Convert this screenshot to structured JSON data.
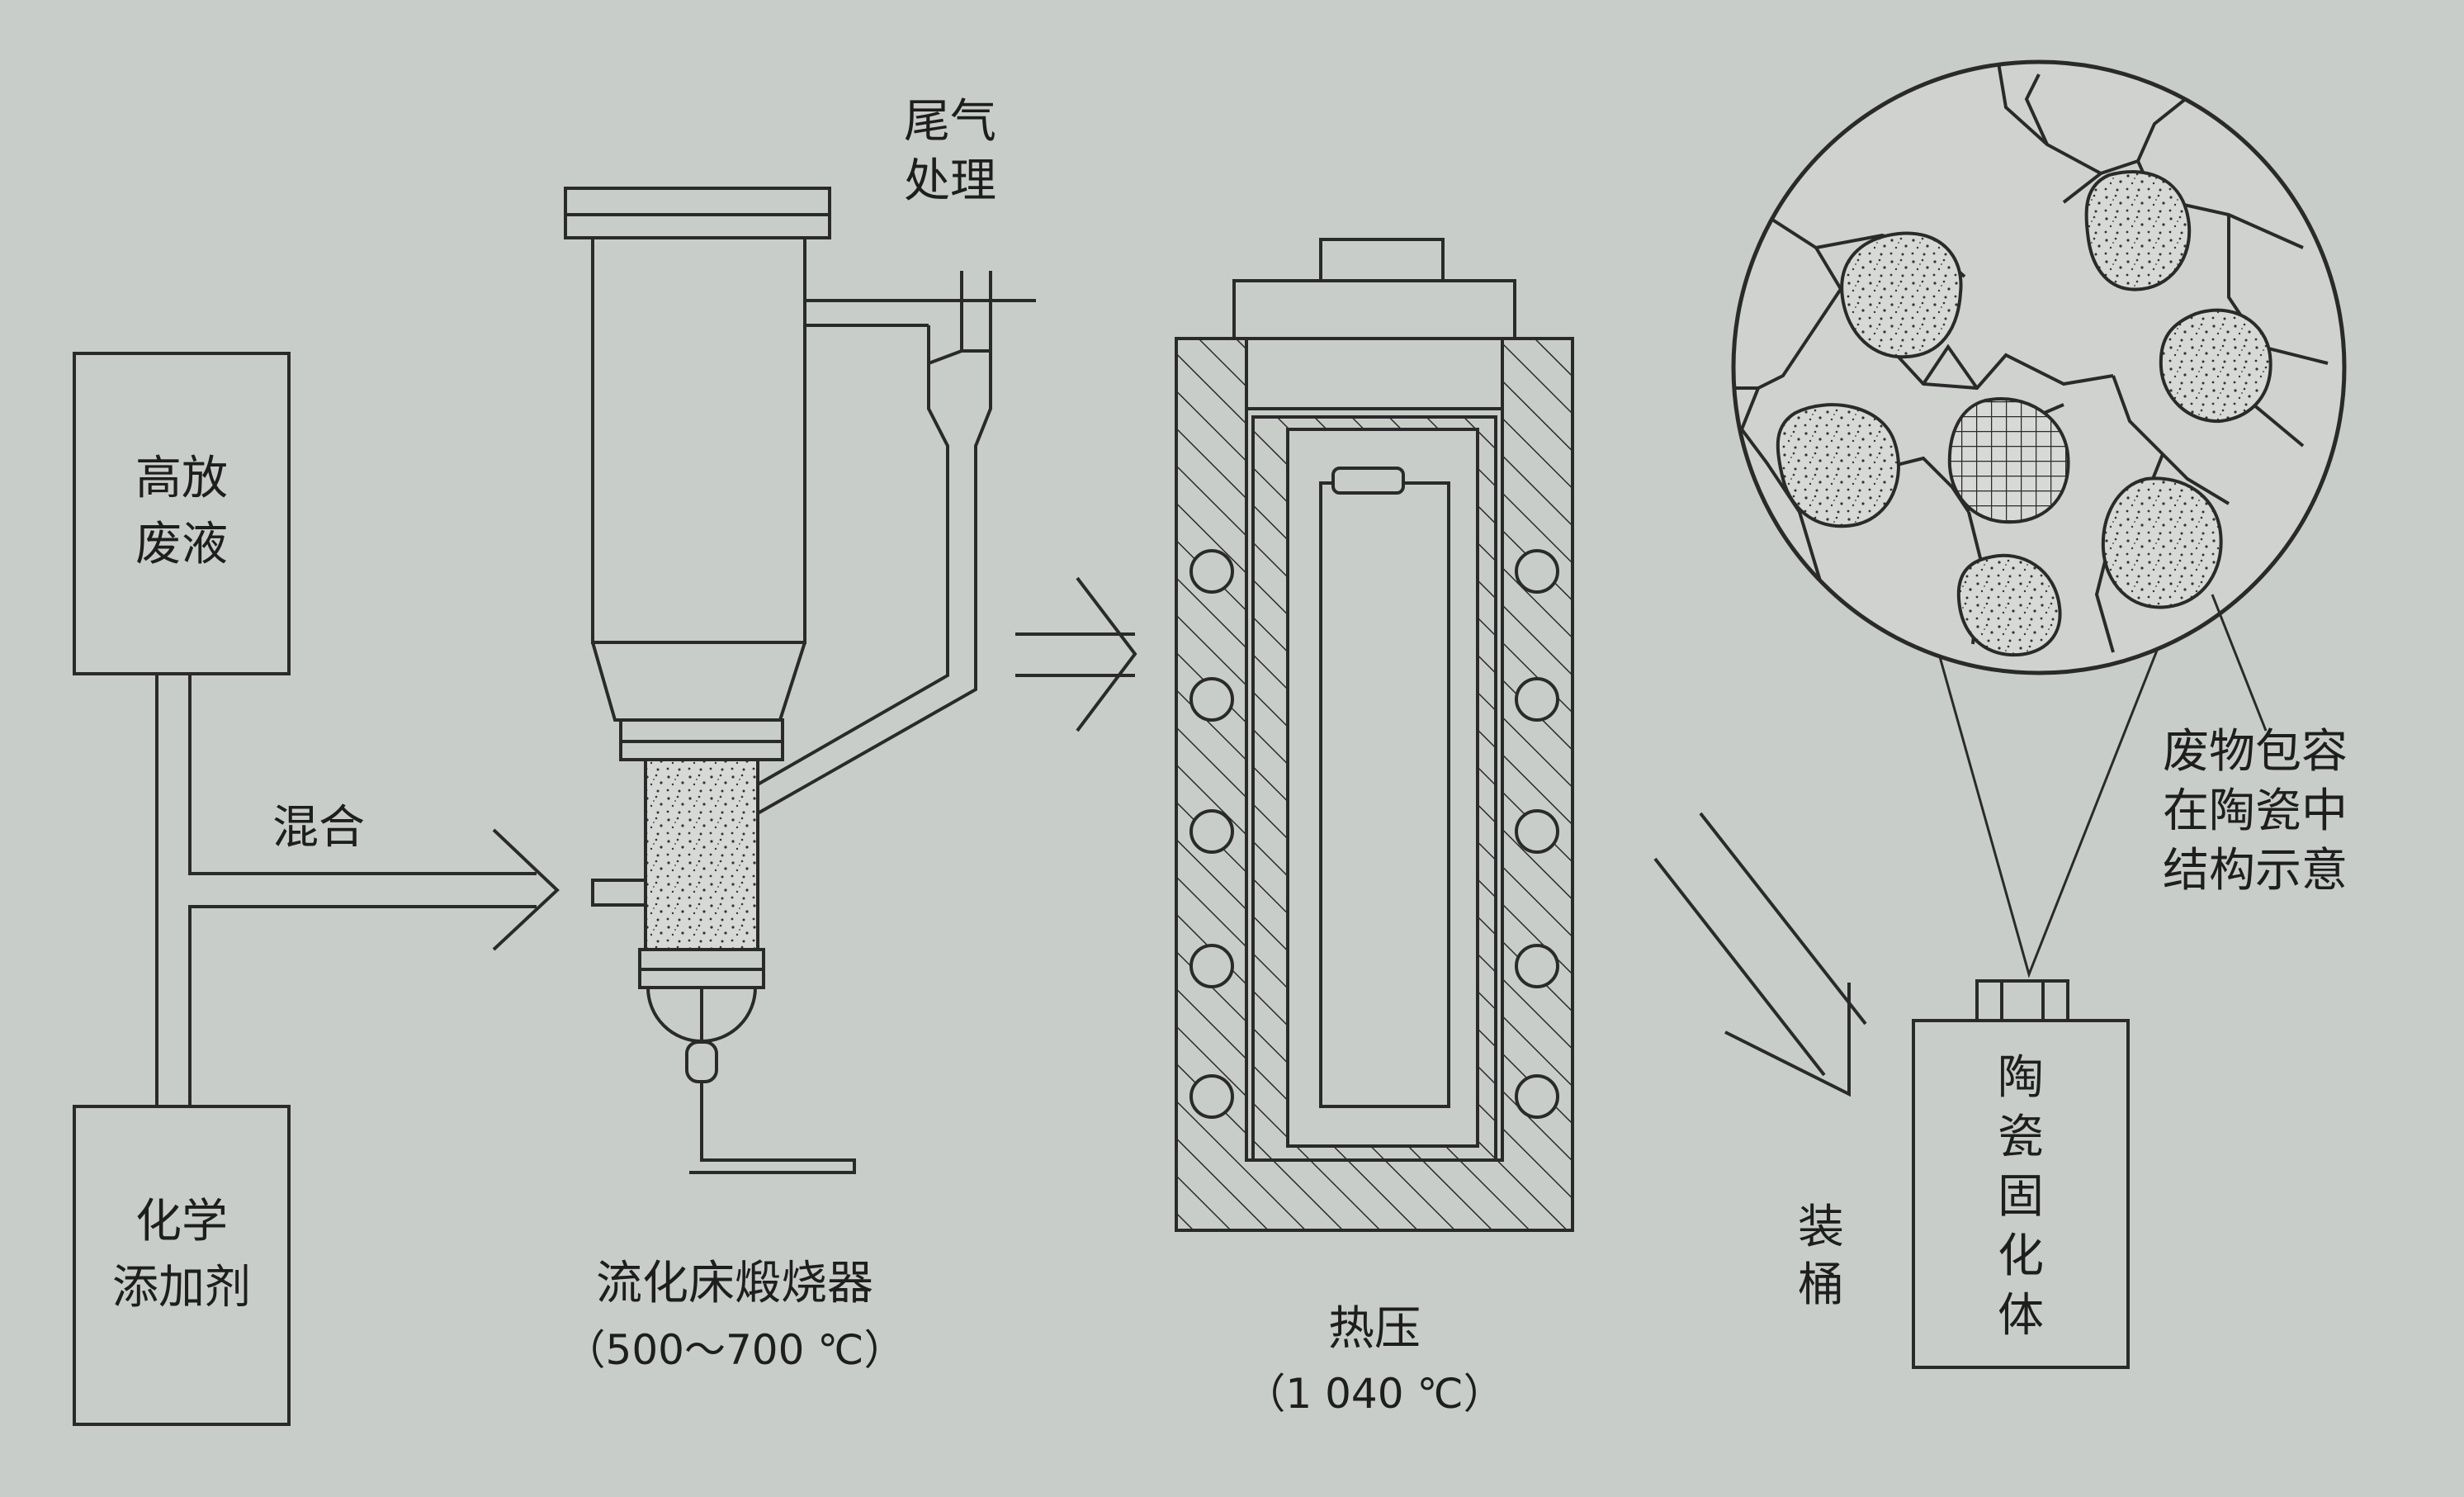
{
  "labels": {
    "hlw": "高放\n废液",
    "additive": "化学\n添加剂",
    "mix": "混合",
    "offgas": "尾气\n处理",
    "calciner_name": "流化床煅烧器",
    "calciner_temp": "（500～700 ℃）",
    "hotpress_name": "热压",
    "hotpress_temp": "（1 040 ℃）",
    "canning": "装桶",
    "product": "陶瓷固化体",
    "callout": "废物包容\n在陶瓷中\n结构示意"
  },
  "colors": {
    "background": "#c9cdca",
    "line": "#2a2a2a",
    "text": "#1e1e1e"
  }
}
